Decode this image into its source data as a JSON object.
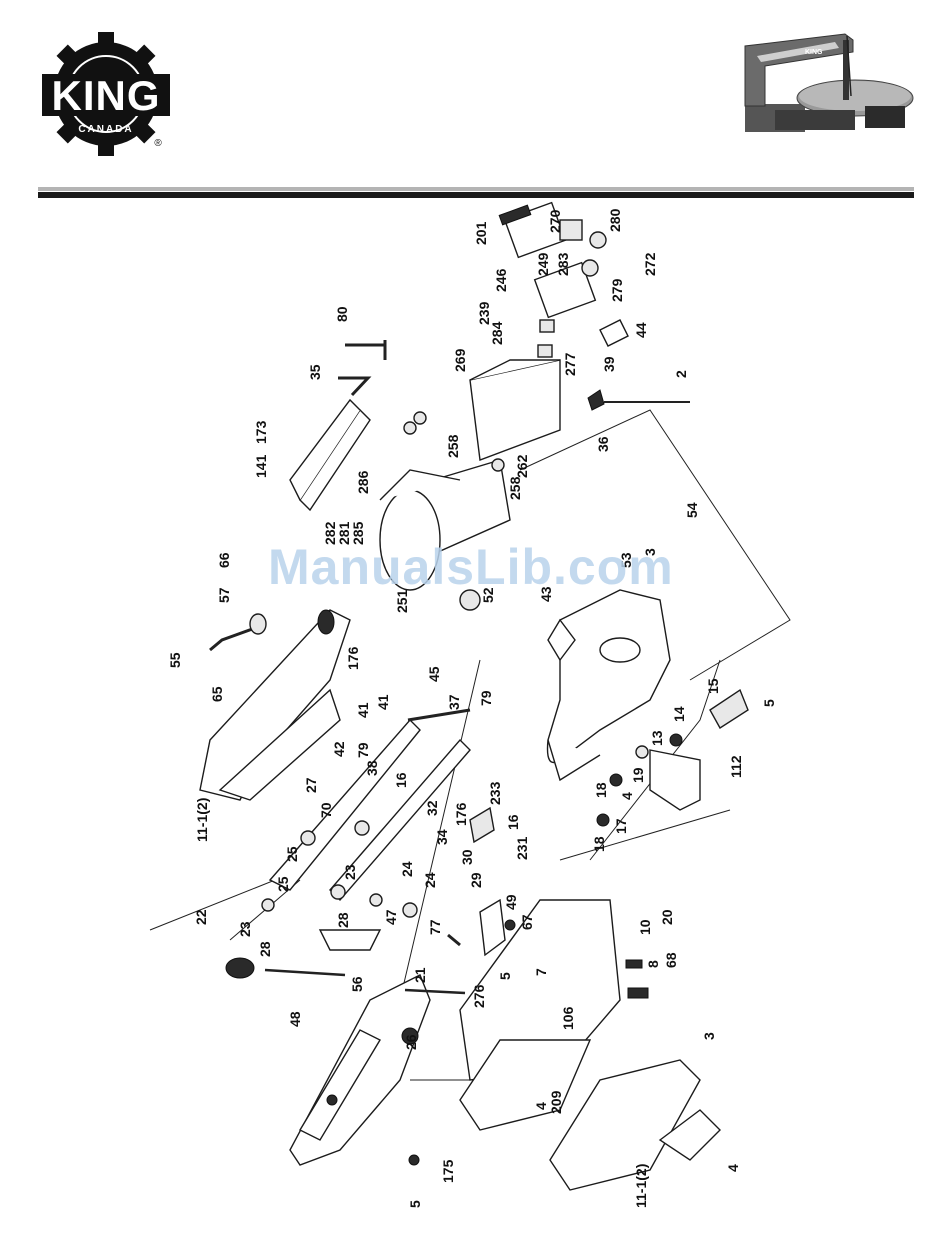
{
  "logo": {
    "brand": "KING",
    "sub": "CANADA",
    "reg": "®"
  },
  "watermark": "ManualsLib.com",
  "part_labels": [
    "201",
    "270",
    "280",
    "249",
    "283",
    "272",
    "246",
    "279",
    "239",
    "284",
    "44",
    "80",
    "277",
    "39",
    "269",
    "2",
    "35",
    "258",
    "36",
    "173",
    "141",
    "262",
    "258",
    "286",
    "282",
    "281",
    "285",
    "66",
    "57",
    "251",
    "52",
    "54",
    "53",
    "55",
    "43",
    "3",
    "65",
    "176",
    "45",
    "37",
    "79",
    "41",
    "15",
    "5",
    "11-1(2)",
    "42",
    "14",
    "13",
    "112",
    "27",
    "70",
    "38",
    "16",
    "79",
    "41",
    "19",
    "4",
    "18",
    "17",
    "18",
    "25",
    "32",
    "176",
    "233",
    "34",
    "16",
    "30",
    "231",
    "29",
    "25",
    "23",
    "24",
    "24",
    "22",
    "23",
    "28",
    "28",
    "47",
    "49",
    "67",
    "77",
    "10",
    "20",
    "56",
    "21",
    "48",
    "5",
    "7",
    "8",
    "68",
    "26",
    "276",
    "106",
    "3",
    "4",
    "209",
    "175",
    "4",
    "5",
    "11-1(2)"
  ]
}
